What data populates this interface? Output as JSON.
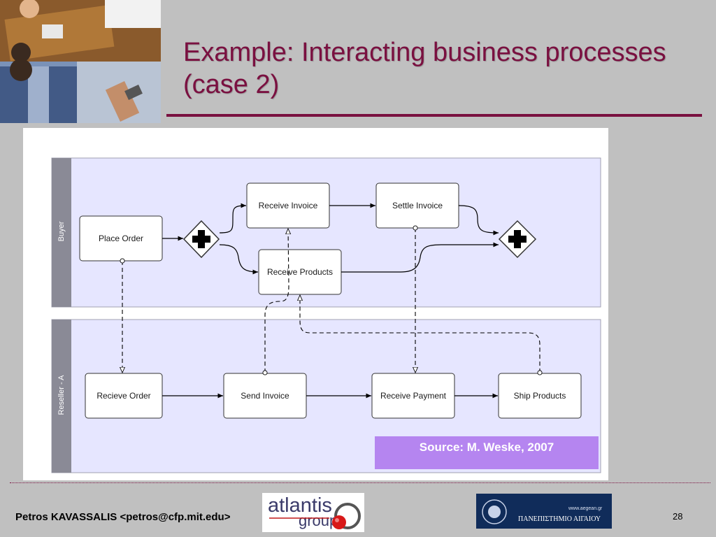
{
  "slide": {
    "title": "Example: Interacting business processes (case 2)",
    "page_number": "28"
  },
  "diagram": {
    "lanes": [
      {
        "name": "Buyer"
      },
      {
        "name": "Reseller - A"
      }
    ],
    "tasks": {
      "place_order": "Place Order",
      "receive_invoice": "Receive Invoice",
      "settle_invoice": "Settle Invoice",
      "receive_products": "Receive Products",
      "recieve_order": "Recieve Order",
      "send_invoice": "Send Invoice",
      "receive_payment": "Receive Payment",
      "ship_products": "Ship Products"
    },
    "gateways": [
      "parallel-split",
      "parallel-join"
    ],
    "source_note": "Source: M. Weske, 2007",
    "colors": {
      "lane_fill": "#e6e6ff",
      "lane_header": "#8a8a96",
      "source_box": "#b585f0"
    }
  },
  "footer": {
    "author": "Petros KAVASSALIS <petros@cfp.mit.edu>",
    "logo_atlantis_name": "atlantis",
    "logo_atlantis_group": "group",
    "logo_aegean_url": "www.aegean.gr",
    "logo_aegean_name": "ΠΑΝΕΠΙΣΤΗΜΙΟ ΑΙΓΑΙΟΥ"
  },
  "theme": {
    "title_color": "#7a1040",
    "background": "#c0c0c0"
  }
}
